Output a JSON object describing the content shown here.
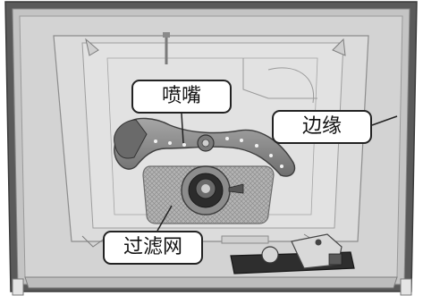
{
  "labels": {
    "nozzle": "喷嘴",
    "edge": "边缘",
    "filter": "过滤网"
  },
  "colors": {
    "tub_outer": "#545454",
    "tub_wall": "#c9c9c9",
    "tub_floor": "#d4d4d4",
    "spray_arm": "#8a8a8a",
    "filter_mesh": "#a8a8a8",
    "callout_border": "#222222",
    "callout_fill": "#ffffff"
  }
}
